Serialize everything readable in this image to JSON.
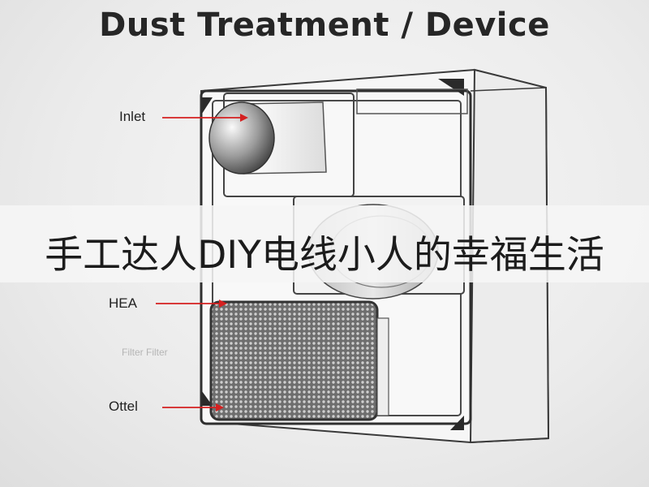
{
  "title": "Dust Treatment / Device",
  "labels": {
    "inlet": "Inlet",
    "hea": "HEA",
    "filter": "Filter Filter",
    "ottel": "Ottel"
  },
  "watermark": "手工达人DIY电线小人的幸福生活",
  "colors": {
    "arrow": "#d42020",
    "outline": "#333333",
    "background": "#ececec"
  }
}
